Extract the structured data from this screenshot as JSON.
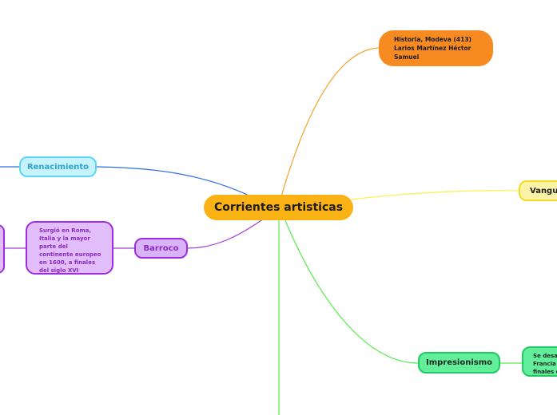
{
  "colors": {
    "central": "#fbb215",
    "author": "#f88a22",
    "renacimiento": "#5bd6f6",
    "barroco": "#9e2ce0",
    "vanguardia": "#f2dc24",
    "impresionismo": "#1fcb62",
    "connector_orange": "#f4a12e",
    "connector_blue": "#2f6fe6",
    "connector_purple": "#a23ed6",
    "connector_yellow": "#f6f24a",
    "connector_green": "#59ea4e"
  },
  "central": {
    "label": "Corrientes artisticas"
  },
  "author": {
    "text": "Historia, Modeva (413)\nLarios Martínez Héctor\nSamuel"
  },
  "branches": {
    "renacimiento": {
      "label": "Renacimiento"
    },
    "barroco": {
      "label": "Barroco",
      "description": "Surgió en Roma,\nItalia y la mayor\nparte del\ncontinente europeo\nen 1600, a finales\ndel siglo XVI"
    },
    "vanguardia": {
      "label": "Vangua"
    },
    "impresionismo": {
      "label": "Impresionismo",
      "description": "Se desa\nFrancia\nfinales d"
    }
  }
}
